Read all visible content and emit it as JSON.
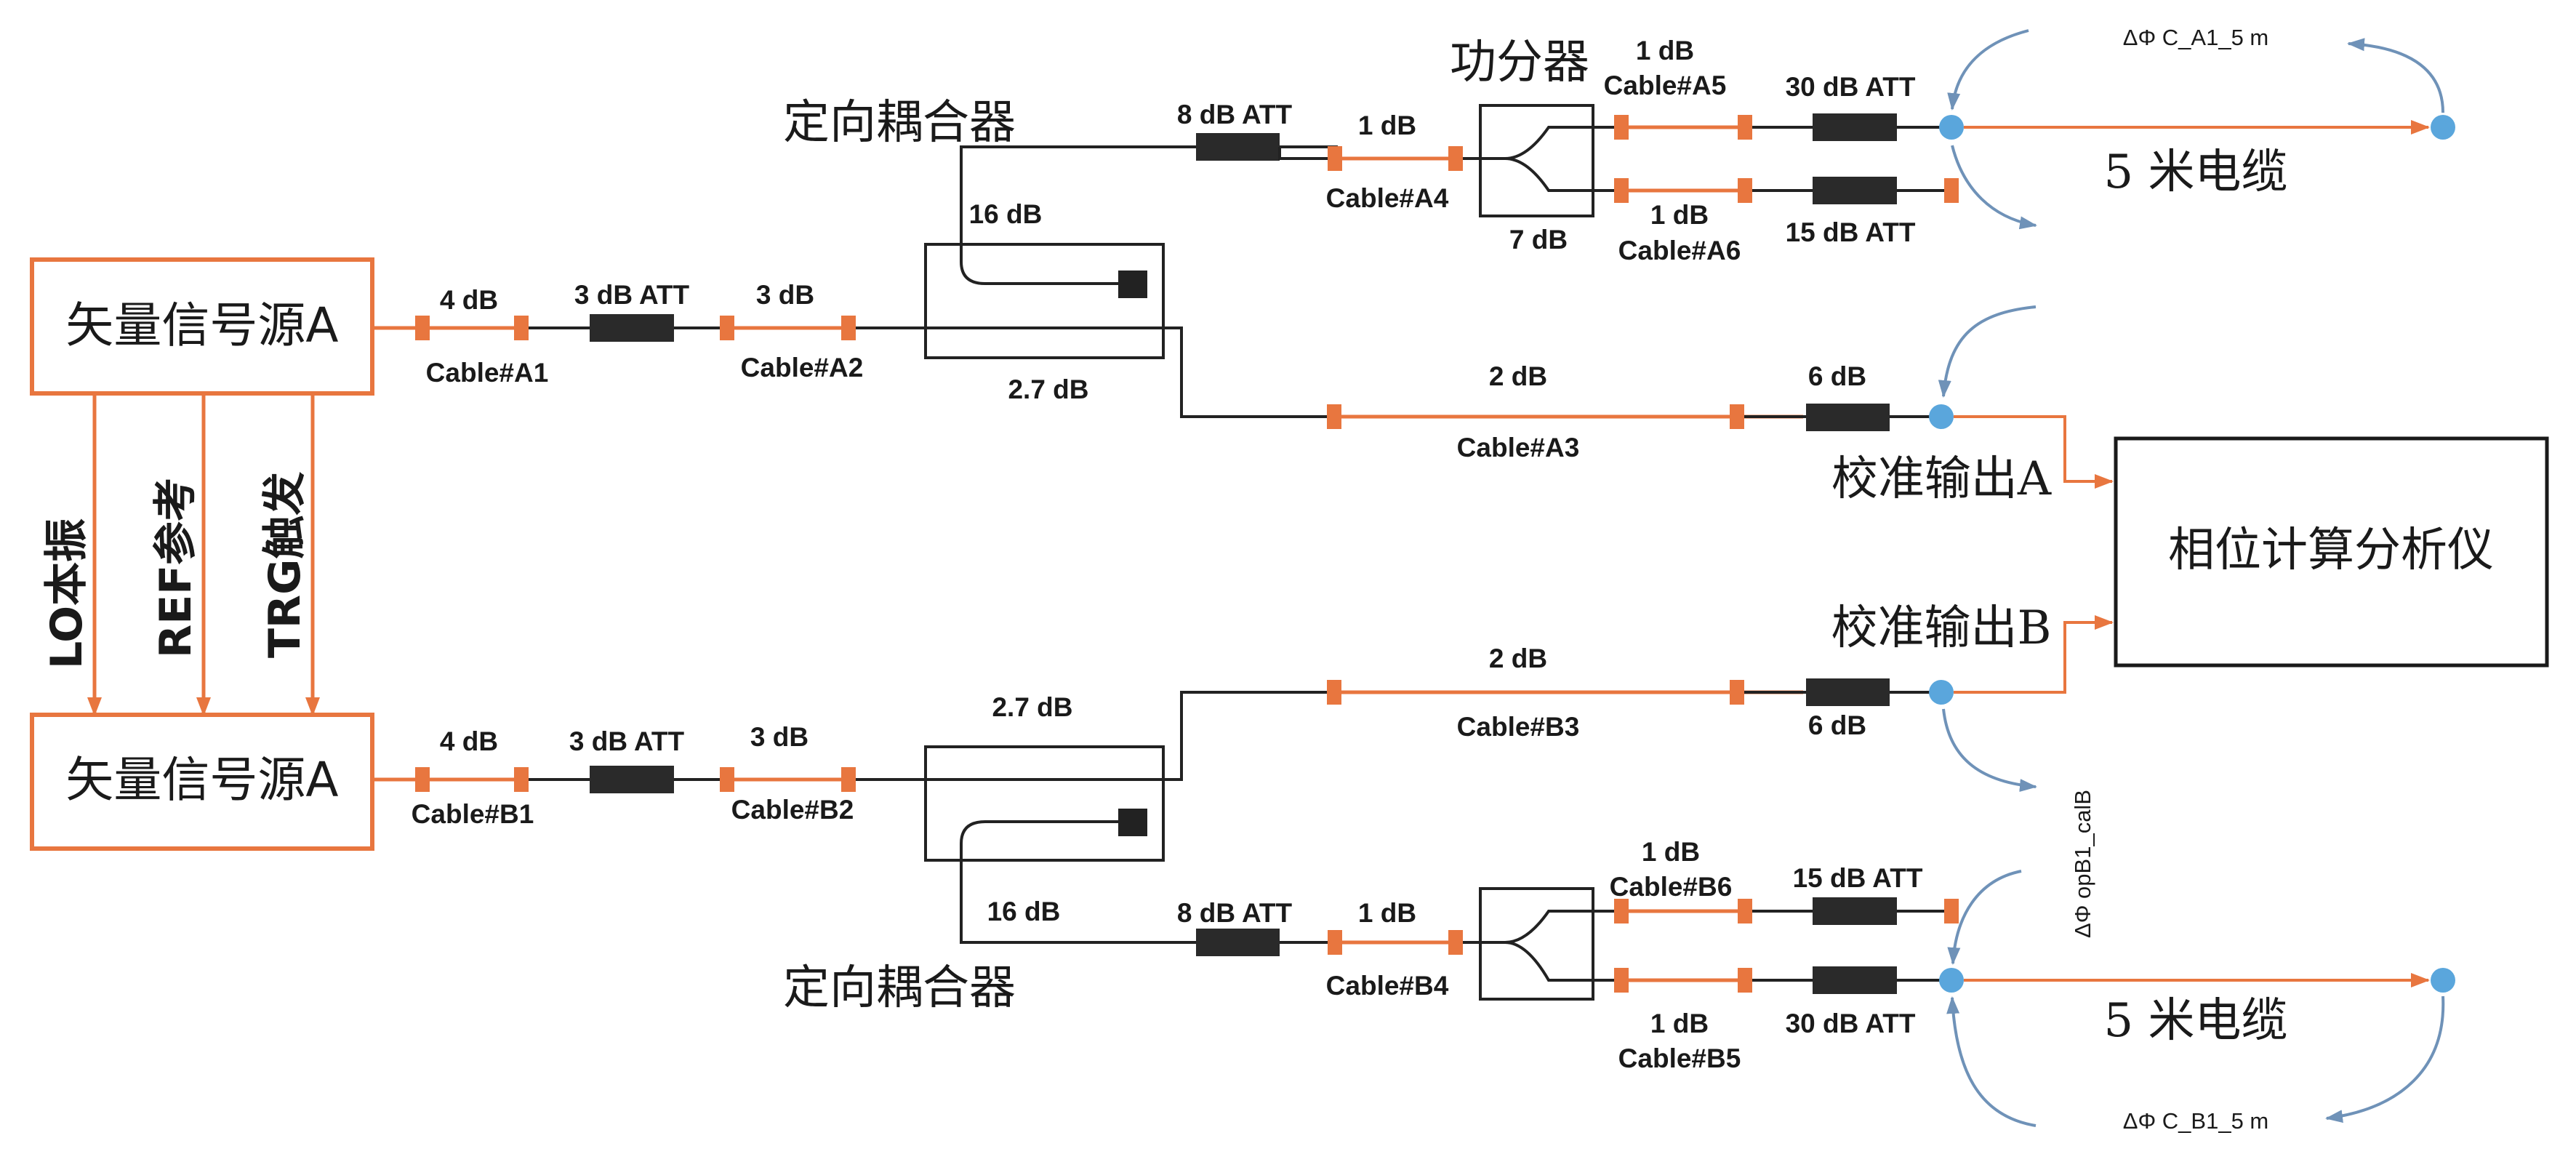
{
  "colors": {
    "cable": "#e8763f",
    "port": "#5aa6dc",
    "att": "#2a2a2a",
    "arrow_blue": "#6f92b8",
    "box": "#e8763f",
    "line": "#222222"
  },
  "sources": {
    "top": "矢量信号源A",
    "bottom": "矢量信号源A"
  },
  "sync": {
    "lo": "LO本振",
    "ref": "REF参考",
    "trg": "TRG触发"
  },
  "analyzer": "相位计算分析仪",
  "couplers": {
    "top_title": "定向耦合器",
    "bottom_title": "定向耦合器",
    "top_coupling": "16 dB",
    "bottom_coupling": "16 dB",
    "top_through": "2.7 dB",
    "bottom_through": "2.7 dB"
  },
  "splitter": {
    "title": "功分器",
    "loss_top": "7 dB"
  },
  "path_a": {
    "a1_loss": "4 dB",
    "a1_name": "Cable#A1",
    "att1": "3 dB ATT",
    "a2_loss": "3 dB",
    "a2_name": "Cable#A2",
    "att8": "8 dB ATT",
    "a4_loss": "1 dB",
    "a4_name": "Cable#A4",
    "a5_loss": "1 dB",
    "a5_name": "Cable#A5",
    "att30": "30 dB ATT",
    "a6_loss": "1 dB",
    "a6_name": "Cable#A6",
    "att15": "15 dB ATT",
    "cable5m": "5 米电缆",
    "dphi": "ΔΦ C_A1_5 m",
    "a3_loss": "2 dB",
    "a3_name": "Cable#A3",
    "att6": "6 dB",
    "cal_out": "校准输出A"
  },
  "path_b": {
    "b1_loss": "4 dB",
    "b1_name": "Cable#B1",
    "att1": "3 dB ATT",
    "b2_loss": "3 dB",
    "b2_name": "Cable#B2",
    "att8": "8 dB ATT",
    "b4_loss": "1 dB",
    "b4_name": "Cable#B4",
    "b6_loss": "1 dB",
    "b6_name": "Cable#B6",
    "att15": "15 dB ATT",
    "b5_loss": "1 dB",
    "b5_name": "Cable#B5",
    "att30": "30 dB ATT",
    "cable5m": "5 米电缆",
    "dphi": "ΔΦ C_B1_5 m",
    "b3_loss": "2 dB",
    "b3_name": "Cable#B3",
    "att6": "6 dB",
    "cal_out": "校准输出B",
    "dphi_cal": "ΔΦ opB1_calB"
  }
}
